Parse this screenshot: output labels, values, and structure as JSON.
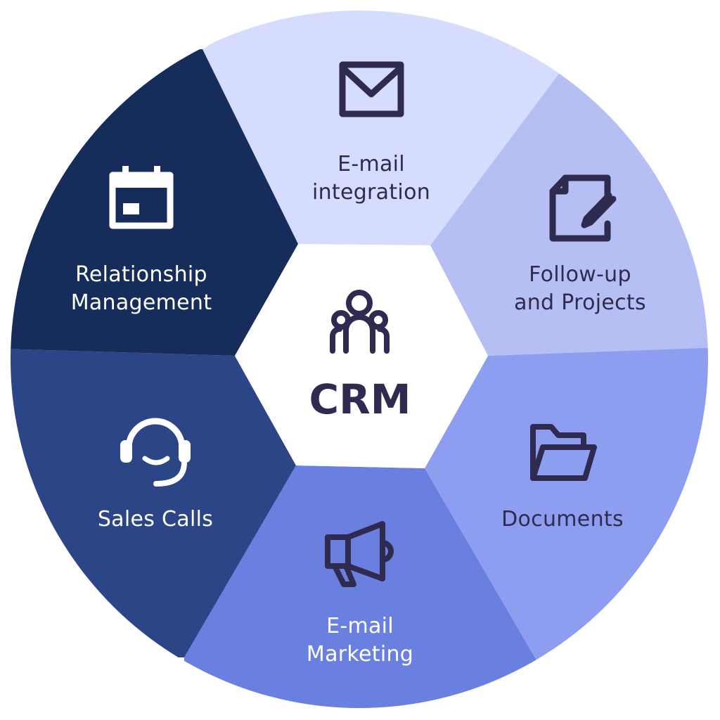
{
  "center": {
    "label": "CRM",
    "icon": "team-icon"
  },
  "colors": {
    "center_fill": "#ffffff",
    "dark_ink": "#2f2a4f",
    "light_ink": "#ffffff",
    "outline": "#ffffff"
  },
  "segments": [
    {
      "id": "email-integration",
      "label_line1": "E-mail",
      "label_line2": "integration",
      "icon": "envelope-icon",
      "color": "#d6dcfd"
    },
    {
      "id": "follow-up-projects",
      "label_line1": "Follow-up",
      "label_line2": "and Projects",
      "icon": "edit-document-icon",
      "color": "#b5bff4"
    },
    {
      "id": "documents",
      "label_line1": "Documents",
      "label_line2": "",
      "icon": "folder-icon",
      "color": "#8d9ef1"
    },
    {
      "id": "email-marketing",
      "label_line1": "E-mail",
      "label_line2": "Marketing",
      "icon": "megaphone-icon",
      "color": "#6a80e1"
    },
    {
      "id": "sales-calls",
      "label_line1": "Sales Calls",
      "label_line2": "",
      "icon": "headset-icon",
      "color": "#2b4587"
    },
    {
      "id": "relationship-management",
      "label_line1": "Relationship",
      "label_line2": "Management",
      "icon": "calendar-icon",
      "color": "#162c5b"
    }
  ]
}
